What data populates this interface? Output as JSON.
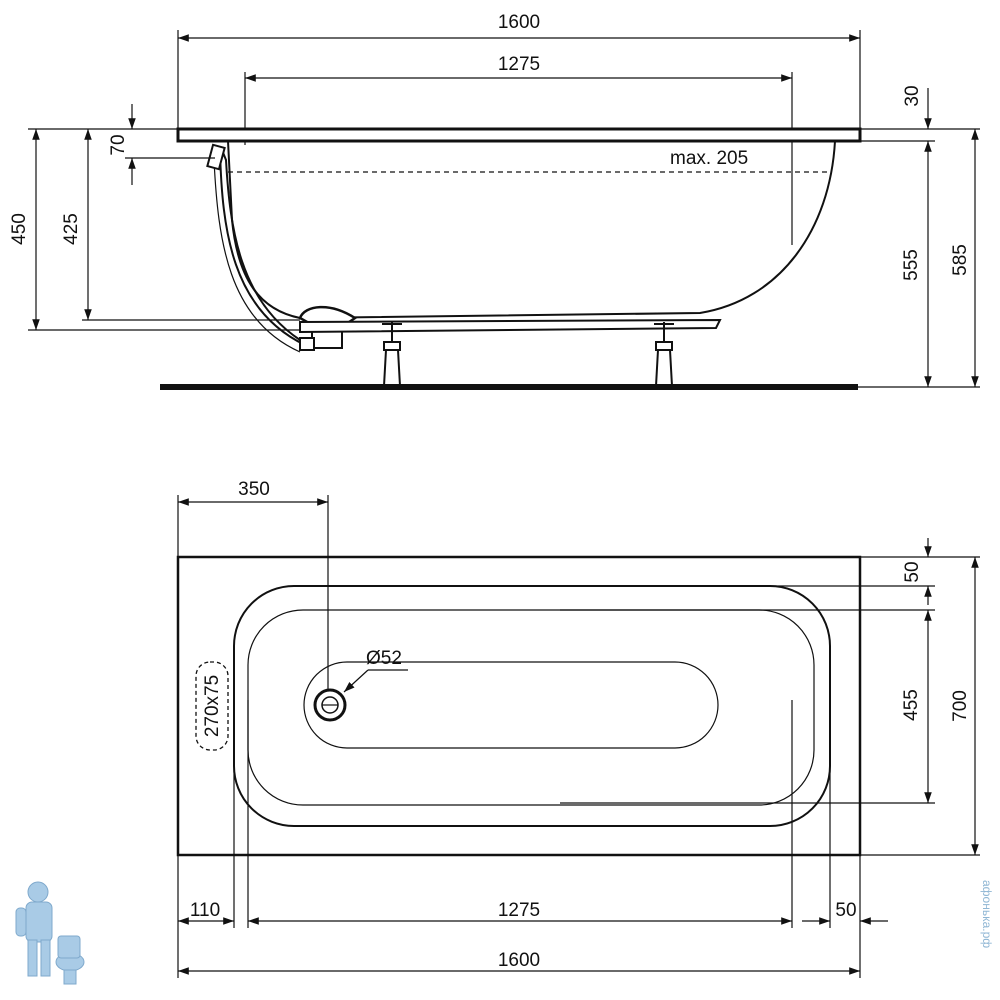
{
  "side_view": {
    "overall_length": "1600",
    "inner_length": "1275",
    "rim_thickness": "30",
    "overflow_offset": "70",
    "max_depth": "max. 205",
    "total_height_450": "450",
    "height_425": "425",
    "height_555": "555",
    "height_585": "585"
  },
  "top_view": {
    "drain_offset": "350",
    "rim_width": "50",
    "inner_width": "455",
    "overall_width": "700",
    "drain_diameter": "Ø52",
    "overflow_opening": "270x75",
    "left_margin": "110",
    "inner_length": "1275",
    "right_margin": "50",
    "overall_length": "1600"
  },
  "colors": {
    "line": "#111111",
    "watermark": "#8fb6d4",
    "mascot": "#a9cbe6"
  },
  "watermark_text": "афонька.рф"
}
